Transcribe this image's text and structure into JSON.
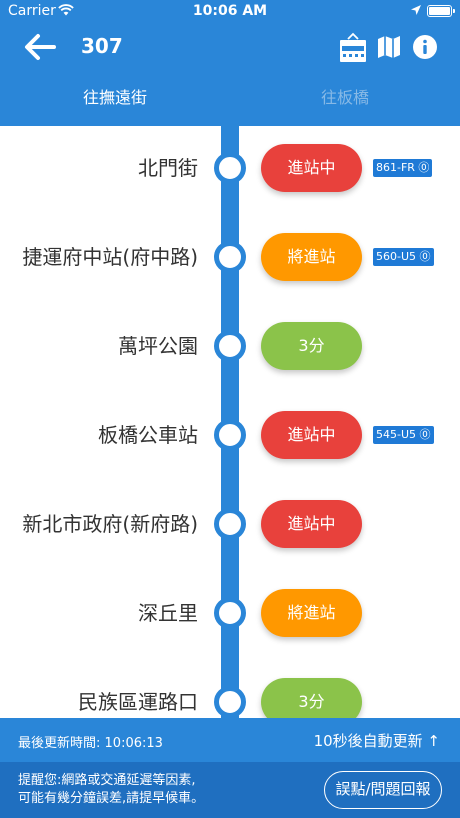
{
  "status_bar": {
    "carrier": "Carrier",
    "time": "10:06 AM"
  },
  "nav": {
    "route": "307"
  },
  "tabs": [
    {
      "label": "往撫遠街",
      "active": true
    },
    {
      "label": "往板橋",
      "active": false
    }
  ],
  "stops": [
    {
      "name": "北門街",
      "eta": "進站中",
      "status": "arriving",
      "plate": "861-FR"
    },
    {
      "name": "捷運府中站(府中路)",
      "eta": "將進站",
      "status": "soon",
      "plate": "560-U5"
    },
    {
      "name": "萬坪公園",
      "eta": "3分",
      "status": "minutes",
      "plate": ""
    },
    {
      "name": "板橋公車站",
      "eta": "進站中",
      "status": "arriving",
      "plate": "545-U5"
    },
    {
      "name": "新北市政府(新府路)",
      "eta": "進站中",
      "status": "arriving",
      "plate": ""
    },
    {
      "name": "深丘里",
      "eta": "將進站",
      "status": "soon",
      "plate": ""
    },
    {
      "name": "民族區運路口",
      "eta": "3分",
      "status": "minutes",
      "plate": ""
    }
  ],
  "update": {
    "last_updated_label": "最後更新時間:",
    "last_updated_time": "10:06:13",
    "auto_refresh": "10秒後自動更新 ↑"
  },
  "notice": {
    "line1": "提醒您:網路或交通延遲等因素,",
    "line2": "可能有幾分鐘誤差,請提早候車。",
    "report_button": "誤點/問題回報"
  },
  "colors": {
    "primary": "#2a86d8",
    "arriving": "#e8413c",
    "soon": "#ff9800",
    "minutes": "#8bc34a"
  }
}
